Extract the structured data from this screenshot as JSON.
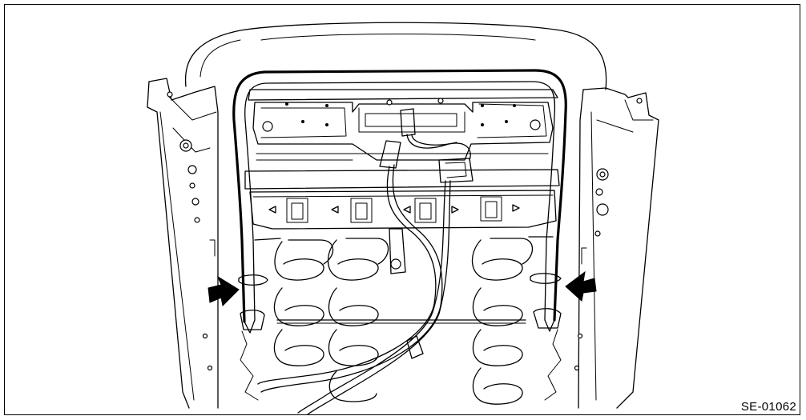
{
  "figure": {
    "id_label": "SE-01062"
  },
  "callouts": [
    {
      "name": "left-arrow",
      "direction": "right"
    },
    {
      "name": "right-arrow",
      "direction": "left"
    }
  ],
  "colors": {
    "line": "#000000",
    "background": "#ffffff"
  }
}
